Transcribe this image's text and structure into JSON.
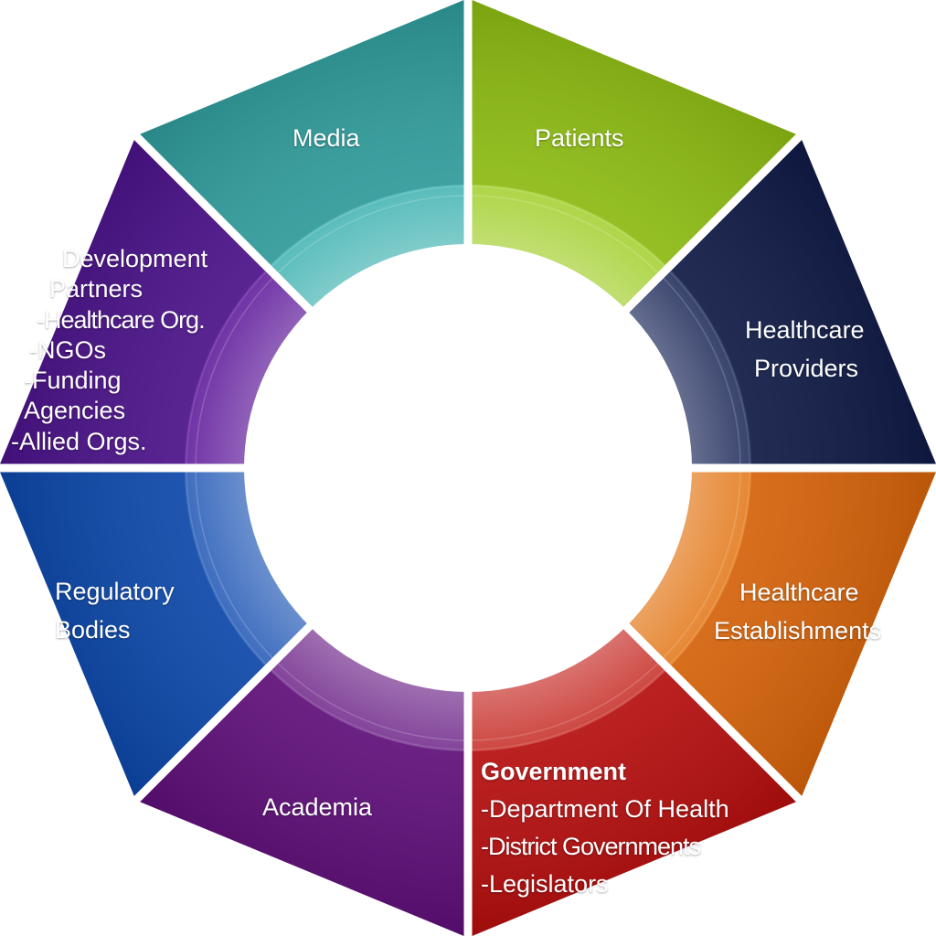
{
  "segments": [
    {
      "id": "media",
      "lines": [
        "Media"
      ],
      "color": "#2f9b9a",
      "highlight": "#58c2bf"
    },
    {
      "id": "patients",
      "lines": [
        "Patients"
      ],
      "color": "#8cba12",
      "highlight": "#b3d94a"
    },
    {
      "id": "healthcare-providers",
      "lines": [
        "Healthcare",
        "Providers"
      ],
      "color": "#0f1a45",
      "highlight": "#34406e"
    },
    {
      "id": "healthcare-establishments",
      "lines": [
        "Healthcare",
        "Establishments"
      ],
      "color": "#d4620a",
      "highlight": "#e98a2f"
    },
    {
      "id": "government",
      "title": "Government",
      "lines": [
        "-Department Of Health",
        "-District Governments",
        "-Legislators"
      ],
      "color": "#b50e0e",
      "highlight": "#d24a42"
    },
    {
      "id": "academia",
      "lines": [
        "Academia"
      ],
      "color": "#5e0e78",
      "highlight": "#83449b"
    },
    {
      "id": "regulatory-bodies",
      "lines": [
        "Regulatory",
        "Bodies"
      ],
      "color": "#0c47a8",
      "highlight": "#3c6cc0"
    },
    {
      "id": "development-partners",
      "lines": [
        "Development",
        "Partners",
        "-Healthcare Org.",
        "-NGOs",
        "-Funding",
        "Agencies",
        "-Allied Orgs."
      ],
      "color": "#4a1288",
      "highlight": "#6f2aa6"
    }
  ]
}
